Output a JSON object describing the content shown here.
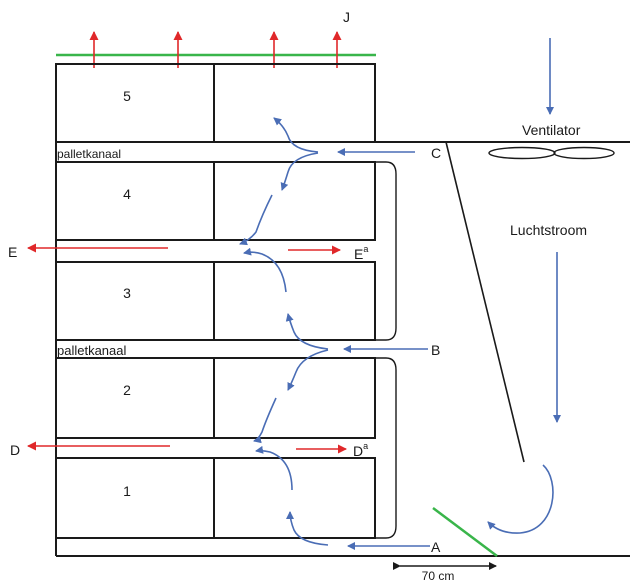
{
  "layers": [
    {
      "number": "5"
    },
    {
      "number": "4"
    },
    {
      "number": "3"
    },
    {
      "number": "2"
    },
    {
      "number": "1"
    }
  ],
  "channels": [
    "palletkanaal",
    "palletkanaal"
  ],
  "points": {
    "J": "J",
    "C": "C",
    "B": "B",
    "A": "A",
    "E": "E",
    "E_a": {
      "base": "E",
      "sup": "a"
    },
    "D": "D",
    "D_a": {
      "base": "D",
      "sup": "a"
    }
  },
  "labels": {
    "ventilator": "Ventilator",
    "airflow": "Luchtstroom",
    "dimension": "70 cm"
  },
  "colors": {
    "structure": "#1a1a1a",
    "flow": "#4a6db5",
    "exhaust": "#e0282a",
    "seal": "#39b54a"
  }
}
